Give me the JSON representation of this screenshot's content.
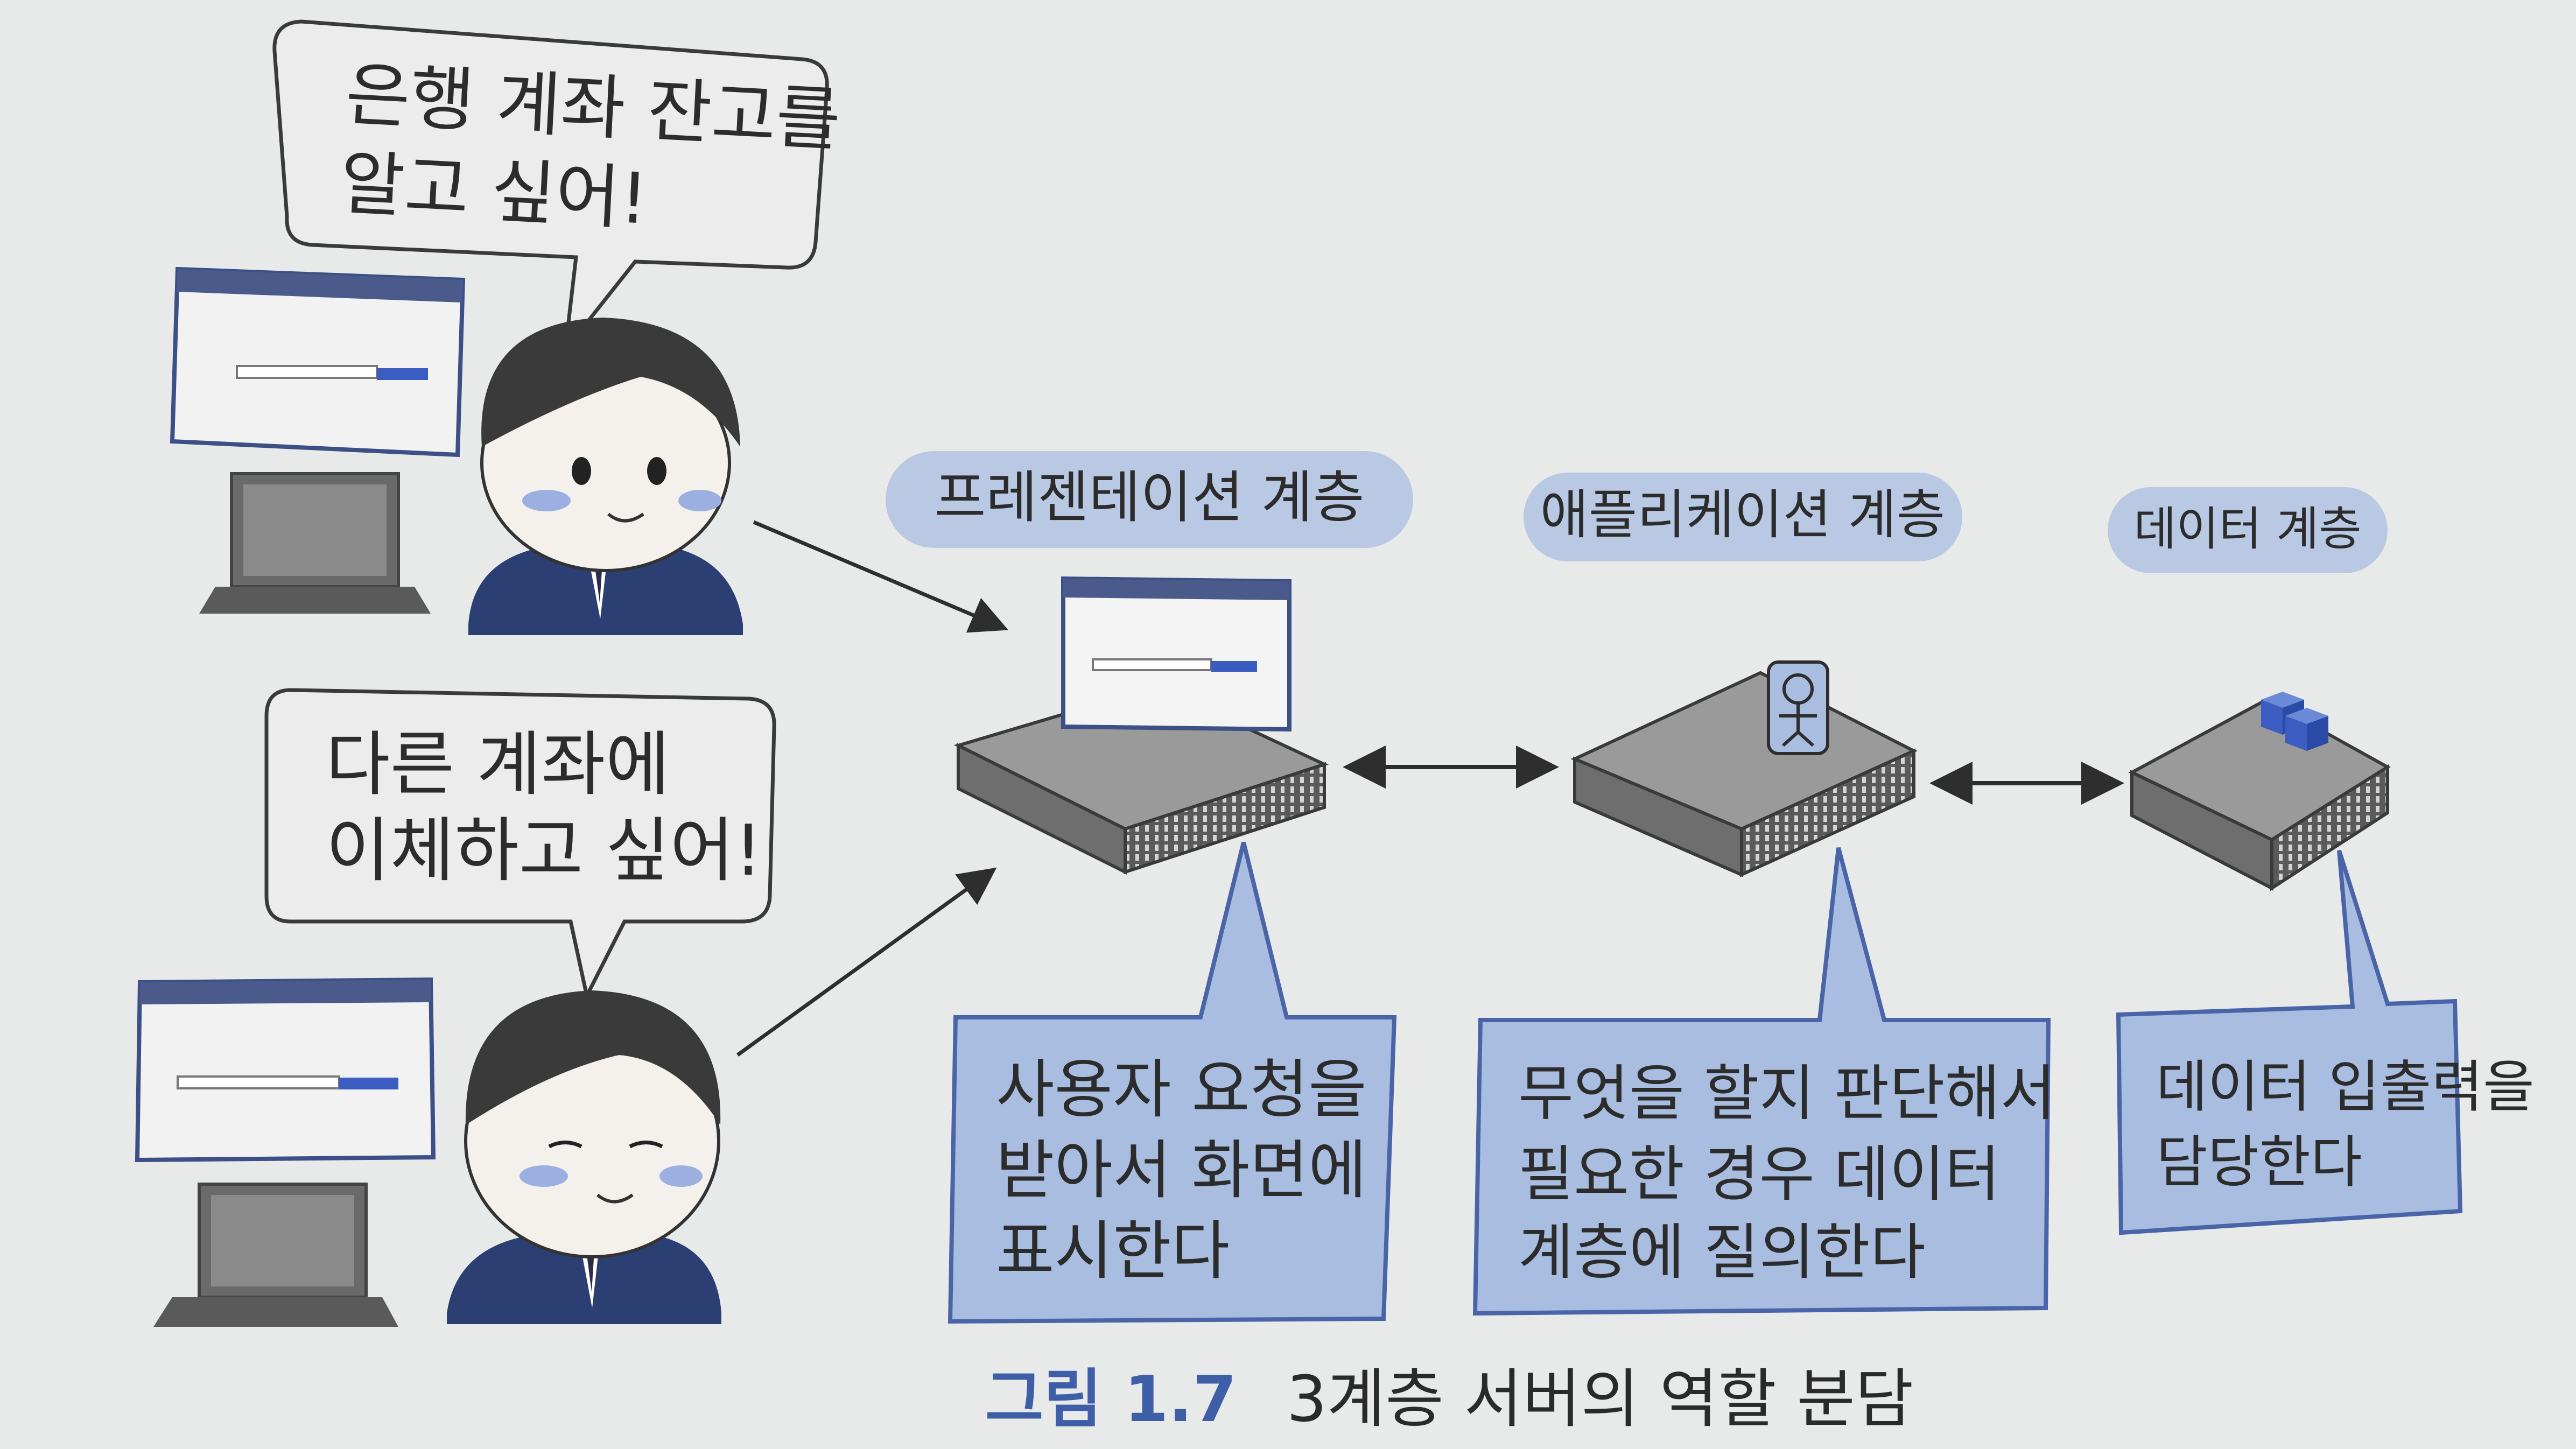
{
  "speech_bubbles": [
    {
      "lines": [
        "은행 계좌 잔고를",
        "알고 싶어!"
      ]
    },
    {
      "lines": [
        "다른 계좌에",
        "이체하고 싶어!"
      ]
    }
  ],
  "tiers": [
    {
      "label": "프레젠테이션 계층",
      "description": [
        "사용자 요청을",
        "받아서 화면에",
        "표시한다"
      ]
    },
    {
      "label": "애플리케이션 계층",
      "description": [
        "무엇을 할지 판단해서",
        "필요한 경우 데이터",
        "계층에 질의한다"
      ]
    },
    {
      "label": "데이터 계층",
      "description": [
        "데이터 입출력을",
        "담당한다"
      ]
    }
  ],
  "caption": {
    "number": "그림 1.7",
    "title": "3계층 서버의 역할 분담"
  },
  "colors": {
    "tier_label_fill": "#b9c9e3",
    "description_fill": "#a9bde0",
    "description_border": "#4a64a8",
    "caption_number": "#3f5ea8",
    "caption_title": "#2a2a2a",
    "bubble_fill": "#ececec",
    "bubble_border": "#3a3a3a",
    "server_top": "#9a9a9a",
    "server_front": "#555555"
  },
  "icons": [
    "browser-window-icon",
    "laptop-icon",
    "user-avatar-icon",
    "server-icon",
    "person-badge-icon",
    "database-cubes-icon",
    "double-arrow-icon",
    "arrow-icon"
  ]
}
